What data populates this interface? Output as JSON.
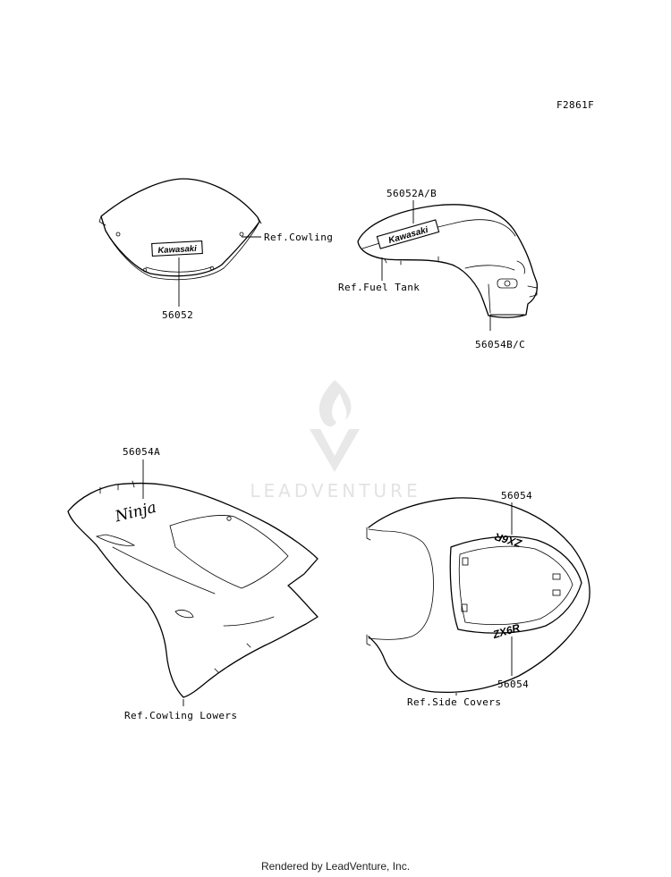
{
  "figure_code": "F2861F",
  "labels": {
    "windshield_part": "56052",
    "ref_cowling": "Ref.Cowling",
    "tank_part_top": "56052A/B",
    "ref_fuel_tank": "Ref.Fuel Tank",
    "tank_part_bottom": "56054B/C",
    "cowling_part": "56054A",
    "ref_cowling_lowers": "Ref.Cowling Lowers",
    "seat_part_top": "56054",
    "seat_part_bottom": "56054",
    "ref_side_covers": "Ref.Side Covers"
  },
  "decals": {
    "windshield_brand": "Kawasaki",
    "tank_brand": "Kawasaki",
    "cowling_script": "Ninja",
    "seat_model_top": "ZX6R",
    "seat_model_bottom": "ZX6R"
  },
  "watermark": "LEADVENTURE",
  "footer": "Rendered by LeadVenture, Inc.",
  "colors": {
    "line": "#000000",
    "watermark": "#e3e3e3",
    "background": "#ffffff"
  }
}
